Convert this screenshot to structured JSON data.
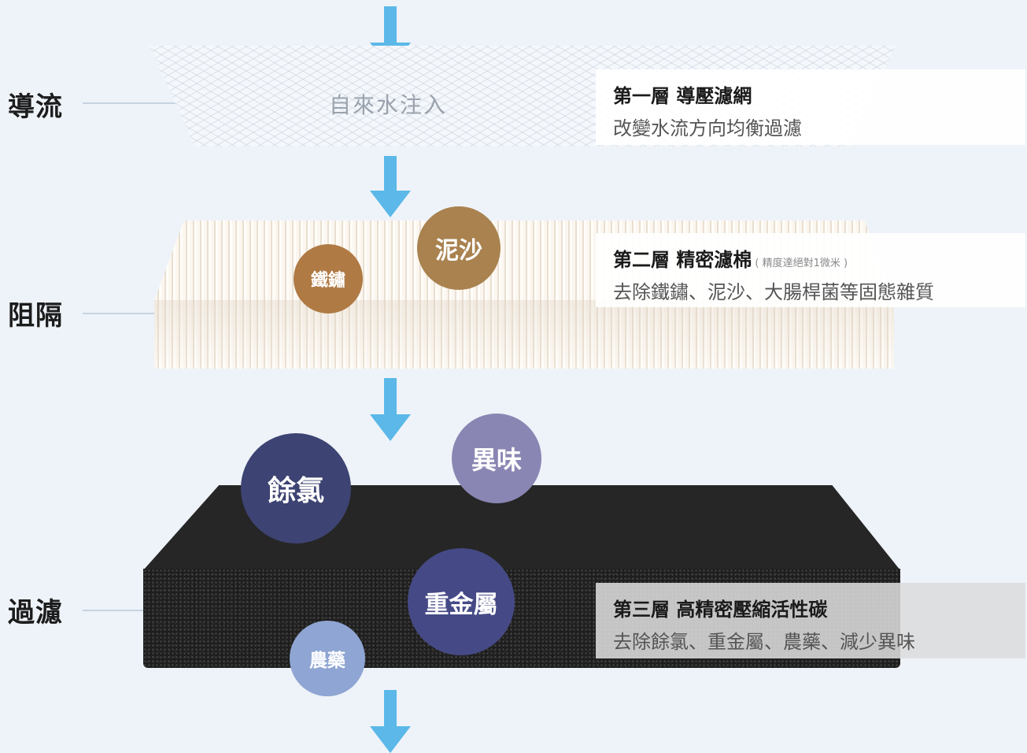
{
  "stages": [
    {
      "label": "導流"
    },
    {
      "label": "阻隔"
    },
    {
      "label": "過濾"
    }
  ],
  "layer1": {
    "input_text": "自來水注入",
    "title": "第一層 導壓濾網",
    "desc": "改變水流方向均衡過濾"
  },
  "layer2": {
    "title": "第二層 精密濾棉",
    "note": "( 精度達絕對1微米 )",
    "desc": "去除鐵鏽、泥沙、大腸桿菌等固態雜質"
  },
  "layer3": {
    "title": "第三層 高精密壓縮活性碳",
    "desc": "去除餘氯、重金屬、農藥、減少異味"
  },
  "bubbles": {
    "rust": "鐵鏽",
    "sand": "泥沙",
    "chlorine": "餘氯",
    "odor": "異味",
    "heavy_metal": "重金屬",
    "pesticide": "農藥"
  },
  "colors": {
    "arrow": "#5bb8e8",
    "rust": "#b07a45",
    "sand": "#a9824f",
    "chlorine": "#3d4372",
    "odor": "#8a86b3",
    "heavy_metal": "#454a86",
    "pesticide": "#8fa5d3"
  }
}
